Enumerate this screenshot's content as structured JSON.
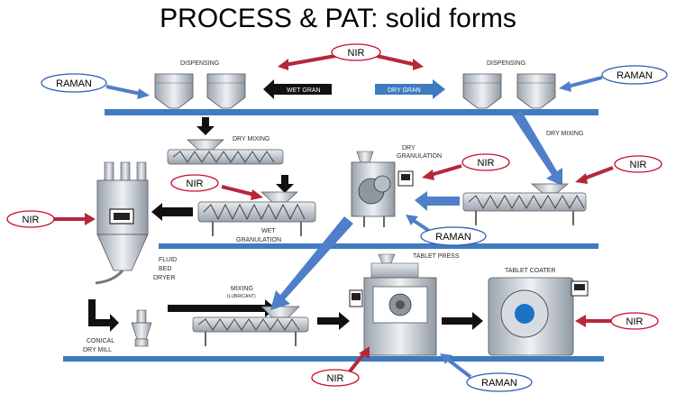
{
  "title": "PROCESS & PAT: solid forms",
  "equipment": {
    "dispensing_left": "DISPENSING",
    "dispensing_right": "DISPENSING",
    "wet_gran_arrow": "WET GRAN",
    "dry_gran_arrow": "DRY GRAN",
    "dry_mixing_left": "DRY MIXING",
    "dry_mixing_right": "DRY MIXING",
    "dry_granulation_1": "DRY",
    "dry_granulation_2": "GRANULATION",
    "wet_granulation_1": "WET",
    "wet_granulation_2": "GRANULATION",
    "fluid_bed_1": "FLUID",
    "fluid_bed_2": "BED",
    "fluid_bed_3": "DRYER",
    "tablet_press": "TABLET PRESS",
    "tablet_coater": "TABLET COATER",
    "mixing": "MIXING",
    "mixing_sub": "(LUBRICANT)",
    "conical_1": "CONICAL",
    "conical_2": "DRY MILL"
  },
  "pat_labels": {
    "nir": "NIR",
    "raman": "RAMAN"
  },
  "colors": {
    "nir_outline": "#c8102e",
    "raman_outline": "#2e5fb0",
    "nir_arrow": "#b5283a",
    "raman_arrow": "#4f7fc8",
    "conveyor": "#3f7bbf",
    "flow_arrow": "#111111"
  }
}
